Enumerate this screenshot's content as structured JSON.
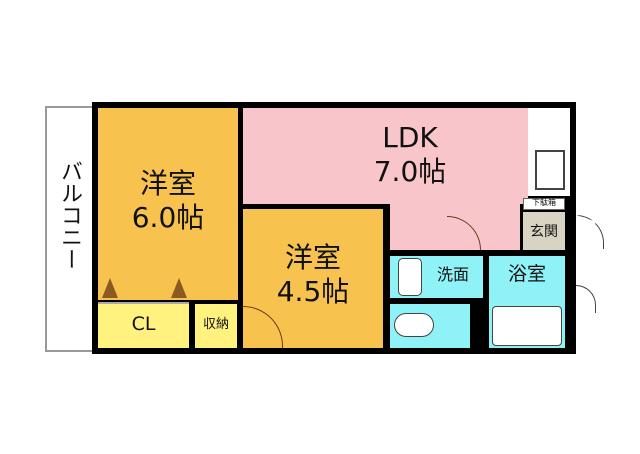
{
  "rooms": {
    "balcony": "バルコニー",
    "western_room_1": {
      "name": "洋室",
      "size": "6.0帖"
    },
    "western_room_2": {
      "name": "洋室",
      "size": "4.5帖"
    },
    "ldk": {
      "name": "LDK",
      "size": "7.0帖"
    },
    "closet": "CL",
    "storage": "収納",
    "washroom": "洗面",
    "bathroom": "浴室",
    "entrance": "玄関",
    "shoe_cabinet": "下駄箱"
  },
  "colors": {
    "western_room": "#F7C24E",
    "ldk": "#F8C6CA",
    "closet": "#FFF27E",
    "wet_area": "#8EF2F7",
    "entrance": "#D8D3C2"
  }
}
